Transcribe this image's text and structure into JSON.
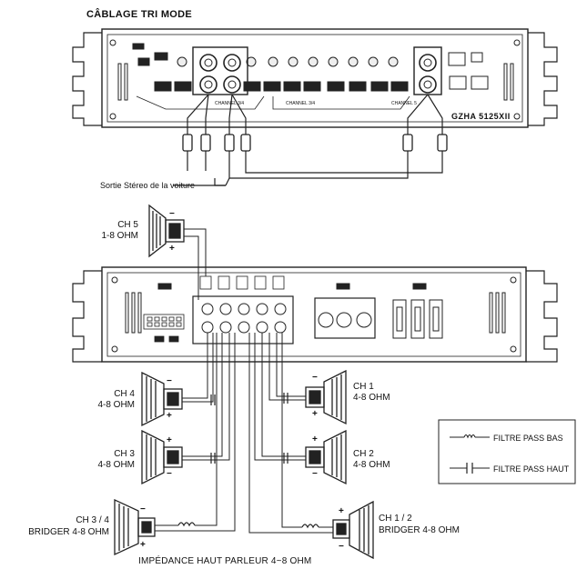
{
  "title": "CÂBLAGE TRI MODE",
  "source_label": "Sortie Stéreo de la voiture",
  "footer": "IMPÉDANCE HAUT PARLEUR 4~8 OHM",
  "amp_top": {
    "model": "GZHA 5125XII",
    "channel_labels": [
      "CHANNEL 3/4",
      "CHANNEL 3/4",
      "CHANNEL 5"
    ]
  },
  "speakers": {
    "ch5": {
      "name": "CH 5",
      "impedance": "1-8 OHM"
    },
    "ch4": {
      "name": "CH 4",
      "impedance": "4-8 OHM"
    },
    "ch3": {
      "name": "CH 3",
      "impedance": "4-8 OHM"
    },
    "ch34": {
      "name": "CH 3 / 4",
      "impedance": "BRIDGER 4-8 OHM"
    },
    "ch1": {
      "name": "CH 1",
      "impedance": "4-8 OHM"
    },
    "ch2": {
      "name": "CH 2",
      "impedance": "4-8 OHM"
    },
    "ch12": {
      "name": "CH 1 / 2",
      "impedance": "BRIDGER 4-8 OHM"
    }
  },
  "polarity": {
    "plus": "+",
    "minus": "−"
  },
  "legend": {
    "low_pass": "FILTRE PASS BAS",
    "high_pass": "FILTRE PASS HAUT"
  }
}
